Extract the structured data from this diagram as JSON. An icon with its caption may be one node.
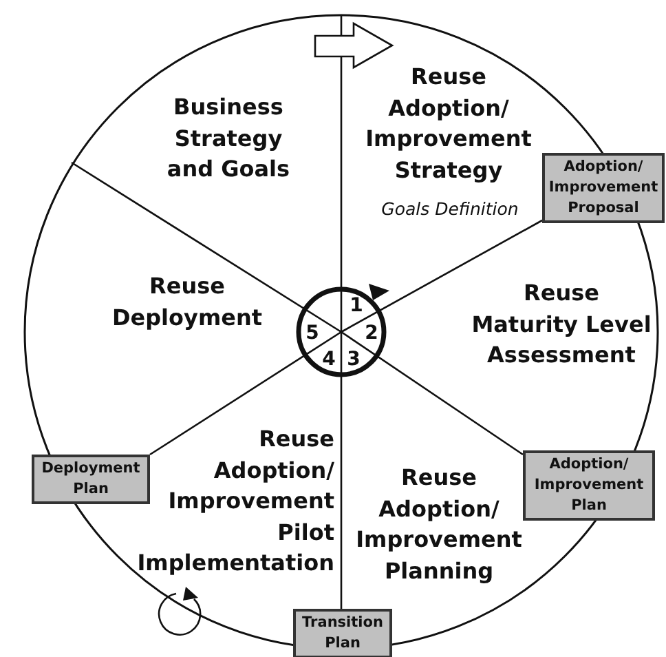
{
  "diagram": {
    "nodes": [
      {
        "text": [
          "Adoption/ Improvement Proposal"
        ]
      },
      {
        "text": [
          "Deployment Plan"
        ]
      },
      {
        "text": [
          "Adoption/ Improvement Plan"
        ]
      },
      {
        "text": [
          "Transition Plan"
        ]
      }
    ],
    "labels": [
      "Business Strategy and Goals",
      "Reuse Adoption/ Improvement Strategy",
      "Goals Definition",
      "Reuse Deployment",
      "1",
      "Reuse Maturity Level Assessment",
      "5",
      "2",
      "4",
      "3",
      "Reuse Adoption/ Improvement Pilot Implementation",
      "Reuse Adoption/ Improvement Planning"
    ]
  }
}
